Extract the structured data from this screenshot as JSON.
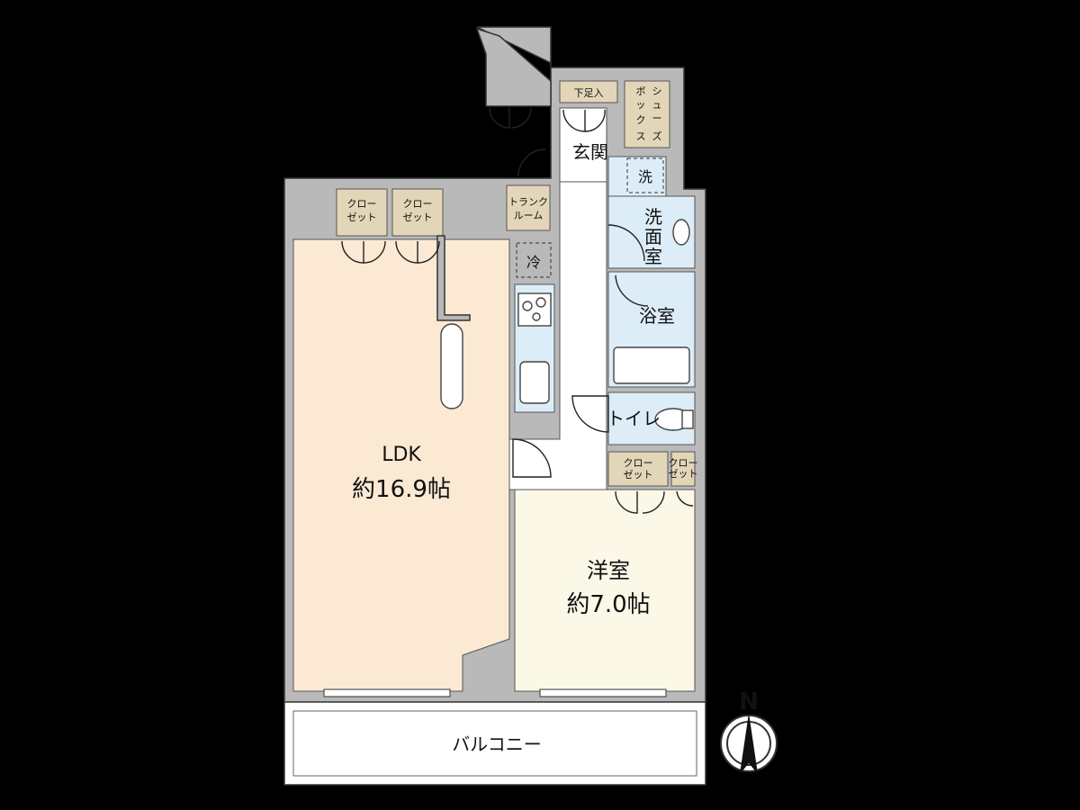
{
  "colors": {
    "background": "#000000",
    "wall": "#b9b9b9",
    "ldk_floor": "#fbe9d4",
    "bedroom_floor": "#fbf8e7",
    "wet_area": "#dcedf8",
    "storage": "#e3d6b8",
    "corridor": "#ffffff"
  },
  "rooms": {
    "ldk": {
      "name": "LDK",
      "area": "約16.9帖"
    },
    "bedroom": {
      "name": "洋室",
      "area": "約7.0帖"
    },
    "entrance": {
      "name": "玄関"
    },
    "washroom": {
      "name": "洗面室",
      "chars": [
        "洗",
        "面",
        "室"
      ]
    },
    "bathroom": {
      "name": "浴室"
    },
    "toilet": {
      "name": "トイレ"
    },
    "balcony": {
      "name": "バルコニー"
    }
  },
  "storage": {
    "closet_line1": "クロー",
    "closet_line2": "ゼット",
    "trunk_line1": "トランク",
    "trunk_line2": "ルーム",
    "shoe_closet": "下足入",
    "shoe_box_chars": [
      "シ",
      "ュ",
      "ー",
      "ズ"
    ],
    "shoe_box_chars2": [
      "ボ",
      "ッ",
      "ク",
      "ス"
    ]
  },
  "appliance": {
    "fridge": "冷",
    "washer": "洗"
  },
  "compass": {
    "label": "N"
  }
}
